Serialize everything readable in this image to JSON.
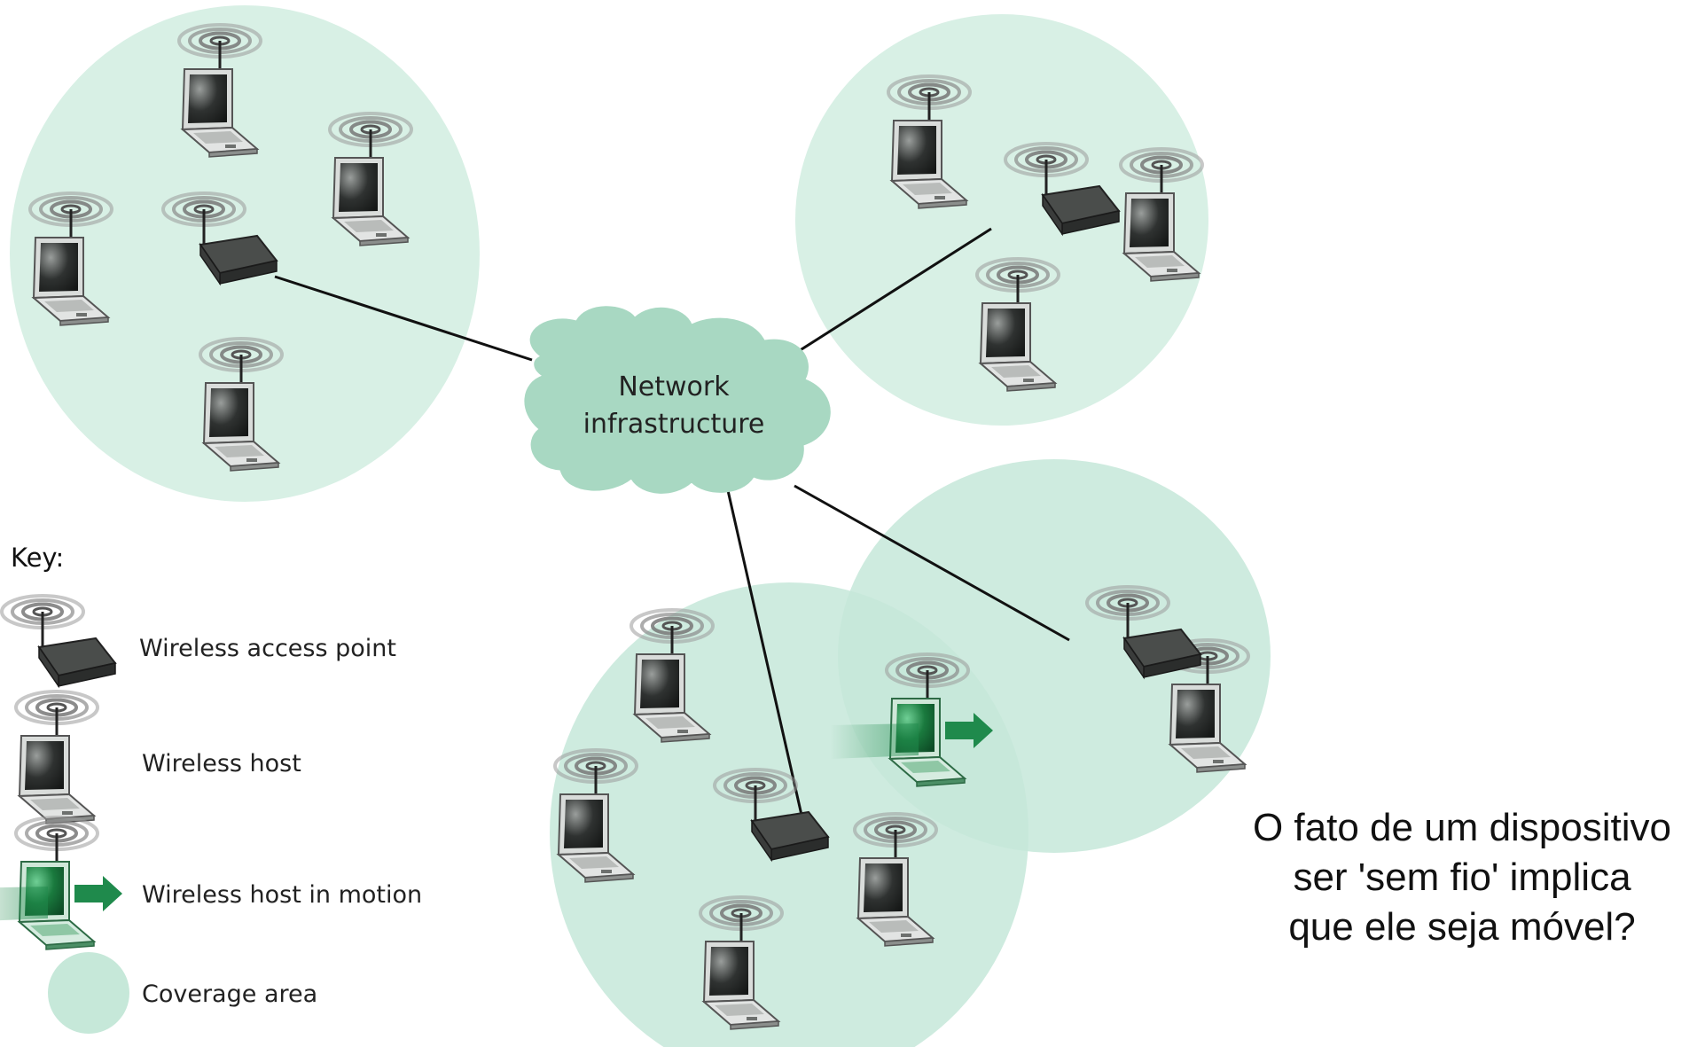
{
  "diagram": {
    "cloud_label_line1": "Network",
    "cloud_label_line2": "infrastructure"
  },
  "key": {
    "title": "Key:",
    "items": [
      {
        "label": "Wireless access point",
        "icon": "wireless-access-point-icon"
      },
      {
        "label": "Wireless host",
        "icon": "wireless-host-icon"
      },
      {
        "label": "Wireless host in motion",
        "icon": "wireless-host-in-motion-icon"
      },
      {
        "label": "Coverage area",
        "icon": "coverage-area-icon"
      }
    ]
  },
  "question": {
    "line1": "O fato de um dispositivo",
    "line2": "ser 'sem fio' implica",
    "line3": "que ele seja móvel?"
  },
  "colors": {
    "coverage": "#c6e8d9",
    "cloud": "#9fd3bc",
    "device": "#3a3d3b",
    "motion": "#1f8a4c"
  }
}
